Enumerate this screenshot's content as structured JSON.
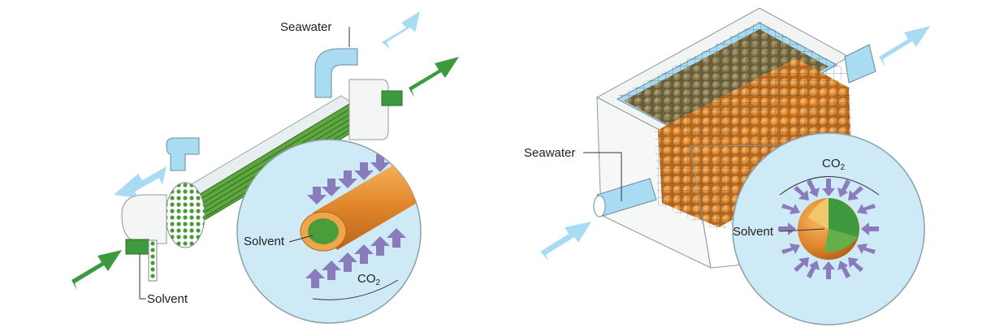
{
  "colors": {
    "seawater": "#a9dcf3",
    "solvent": "#3e9a3e",
    "co2_arrow": "#8a7bbd",
    "shell": "#6dab45",
    "bead_orange": "#e08a2c",
    "bead_brown": "#8c7a4a",
    "inset_bg": "#cdeaf6"
  },
  "left_panel": {
    "seawater_label": "Seawater",
    "solvent_label": "Solvent",
    "inset": {
      "solvent_label": "Solvent",
      "co2_label": "CO",
      "co2_subscript": "2"
    }
  },
  "right_panel": {
    "seawater_label": "Seawater",
    "inset": {
      "solvent_label": "Solvent",
      "co2_label": "CO",
      "co2_subscript": "2"
    }
  }
}
